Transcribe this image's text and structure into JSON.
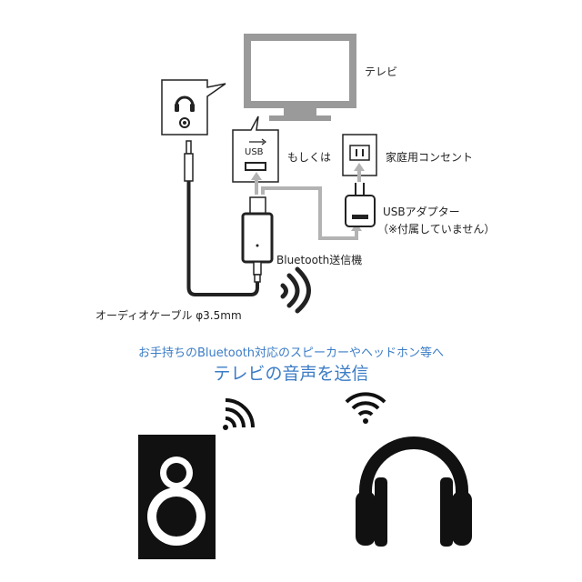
{
  "labels": {
    "tv": "テレビ",
    "or": "もしくは",
    "outlet": "家庭用コンセント",
    "usb_adapter": "USBアダプター",
    "adapter_note": "（※付属していません）",
    "transmitter": "Bluetooth送信機",
    "audio_cable": "オーディオケーブル φ3.5mm",
    "usb_port": "USB"
  },
  "headline": {
    "line1": "お手持ちのBluetooth対応のスピーカーやヘッドホン等へ",
    "line2": "テレビの音声を送信"
  },
  "colors": {
    "accent": "#3b7cc6",
    "arrow": "#b3b3b3",
    "tv": "#9a9a9a"
  }
}
